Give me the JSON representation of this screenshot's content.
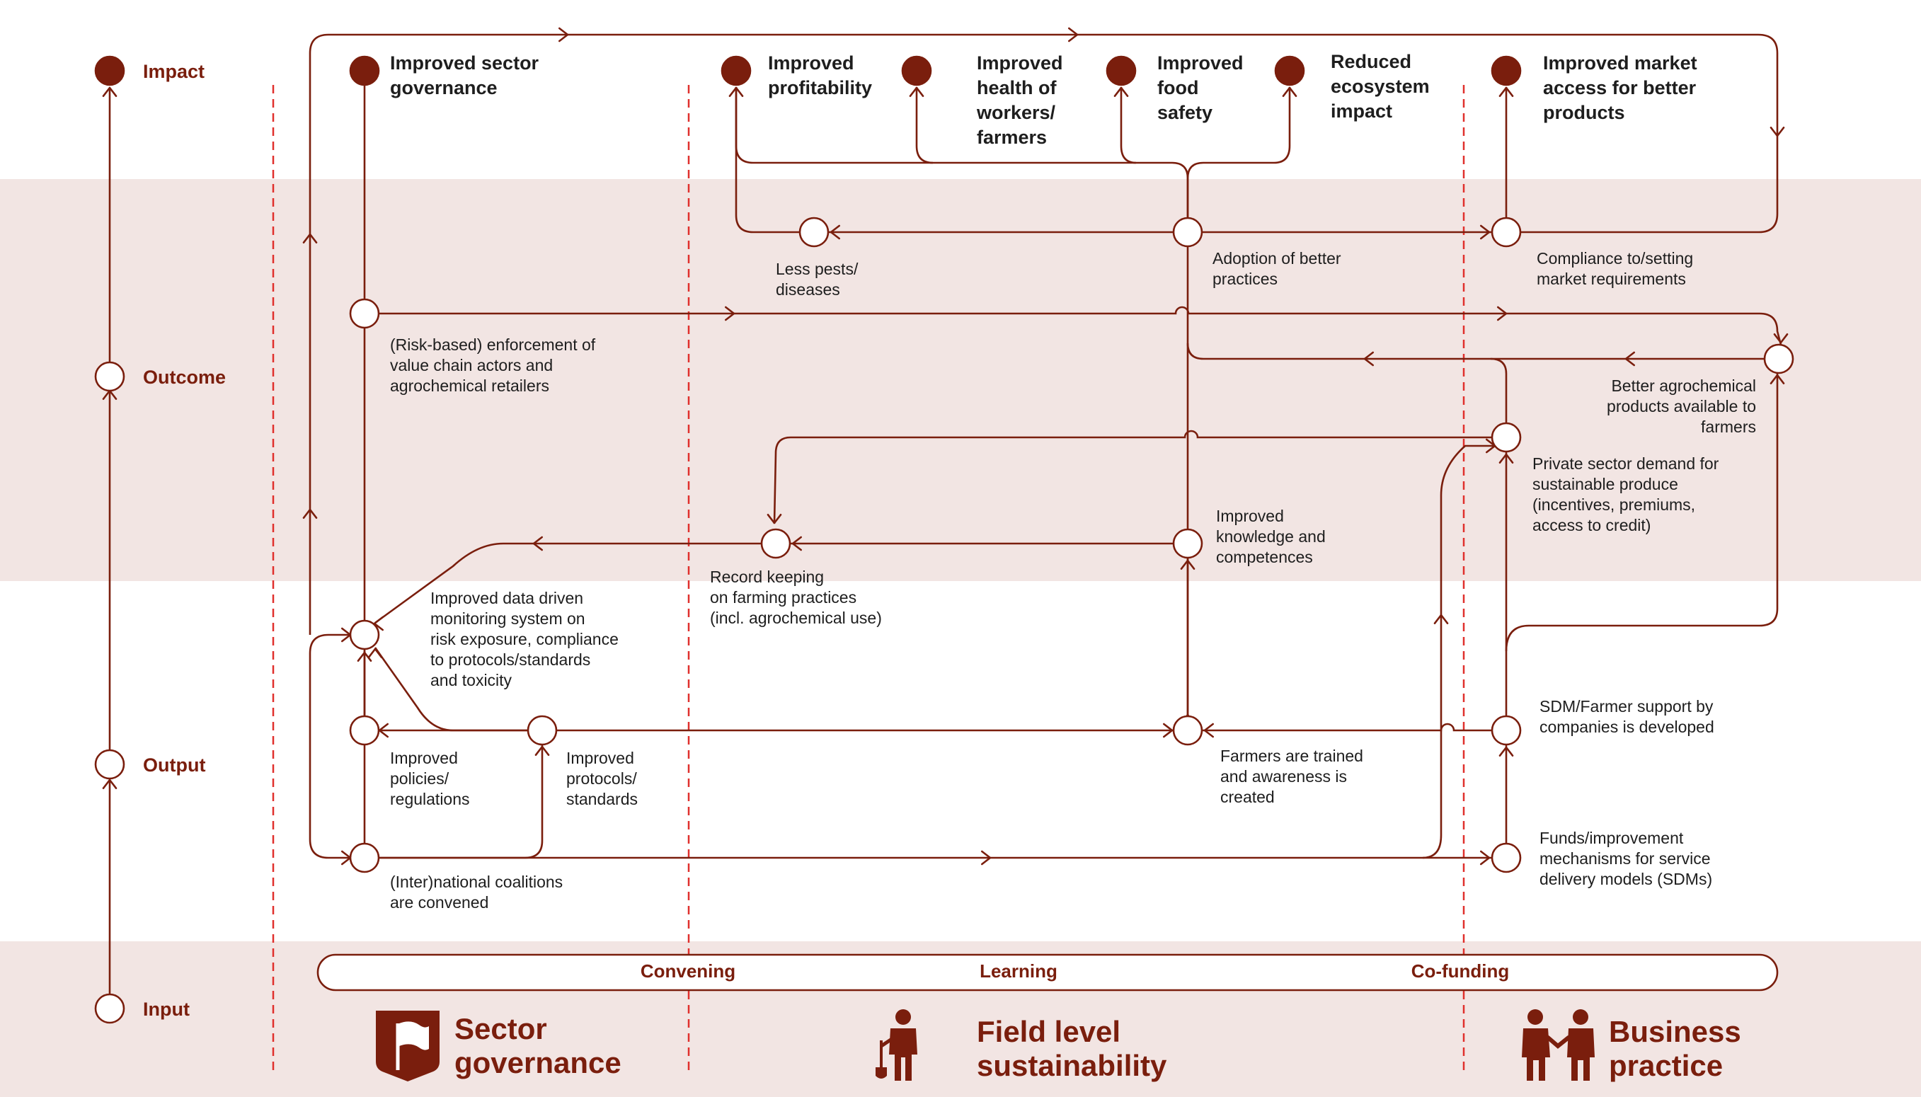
{
  "colors": {
    "accent": "#7a1e0d",
    "band": "#f2e5e3",
    "dash": "#e0302d",
    "text": "#1e1e1e"
  },
  "levels": {
    "impact": "Impact",
    "outcome": "Outcome",
    "output": "Output",
    "input": "Input"
  },
  "impacts": {
    "governance": [
      "Improved sector",
      "governance"
    ],
    "profitability": [
      "Improved",
      "profitability"
    ],
    "health": [
      "Improved",
      "health of",
      "workers/",
      "farmers"
    ],
    "food": [
      "Improved",
      "food",
      "safety"
    ],
    "ecosystem": [
      "Reduced",
      "ecosystem",
      "impact"
    ],
    "market": [
      "Improved market",
      "access for better",
      "products"
    ]
  },
  "outcomes": {
    "pests": [
      "Less pests/",
      "diseases"
    ],
    "adoption": [
      "Adoption of better",
      "practices"
    ],
    "compliance": [
      "Compliance to/setting",
      "market requirements"
    ],
    "enforcement": [
      "(Risk-based) enforcement of",
      "value chain actors and",
      "agrochemical retailers"
    ],
    "agrochem": [
      "Better agrochemical",
      "products available to",
      "farmers"
    ],
    "demand": [
      "Private sector demand for",
      "sustainable produce",
      "(incentives, premiums,",
      "access to credit)"
    ],
    "knowledge": [
      "Improved",
      "knowledge and",
      "competences"
    ],
    "record": [
      "Record keeping",
      "on farming practices",
      "(incl. agrochemical use)"
    ]
  },
  "outputs": {
    "monitoring": [
      "Improved data driven",
      "monitoring system on",
      "risk exposure, compliance",
      "to protocols/standards",
      "and toxicity"
    ],
    "policies": [
      "Improved",
      "policies/",
      "regulations"
    ],
    "protocols": [
      "Improved",
      "protocols/",
      "standards"
    ],
    "trained": [
      "Farmers are trained",
      "and awareness is",
      "created"
    ],
    "sdm_support": [
      "SDM/Farmer support by",
      "companies is developed"
    ],
    "coalitions": [
      "(Inter)national coalitions",
      "are convened"
    ],
    "funds": [
      "Funds/improvement",
      "mechanisms for service",
      "delivery models (SDMs)"
    ]
  },
  "inputs": [
    "Convening",
    "Learning",
    "Co-funding"
  ],
  "pillars": {
    "sector": {
      "icon": "flag-shield-icon",
      "lines": [
        "Sector",
        "governance"
      ]
    },
    "field": {
      "icon": "farmer-with-shovel-icon",
      "lines": [
        "Field level",
        "sustainability"
      ]
    },
    "business": {
      "icon": "handshake-people-icon",
      "lines": [
        "Business",
        "practice"
      ]
    }
  }
}
